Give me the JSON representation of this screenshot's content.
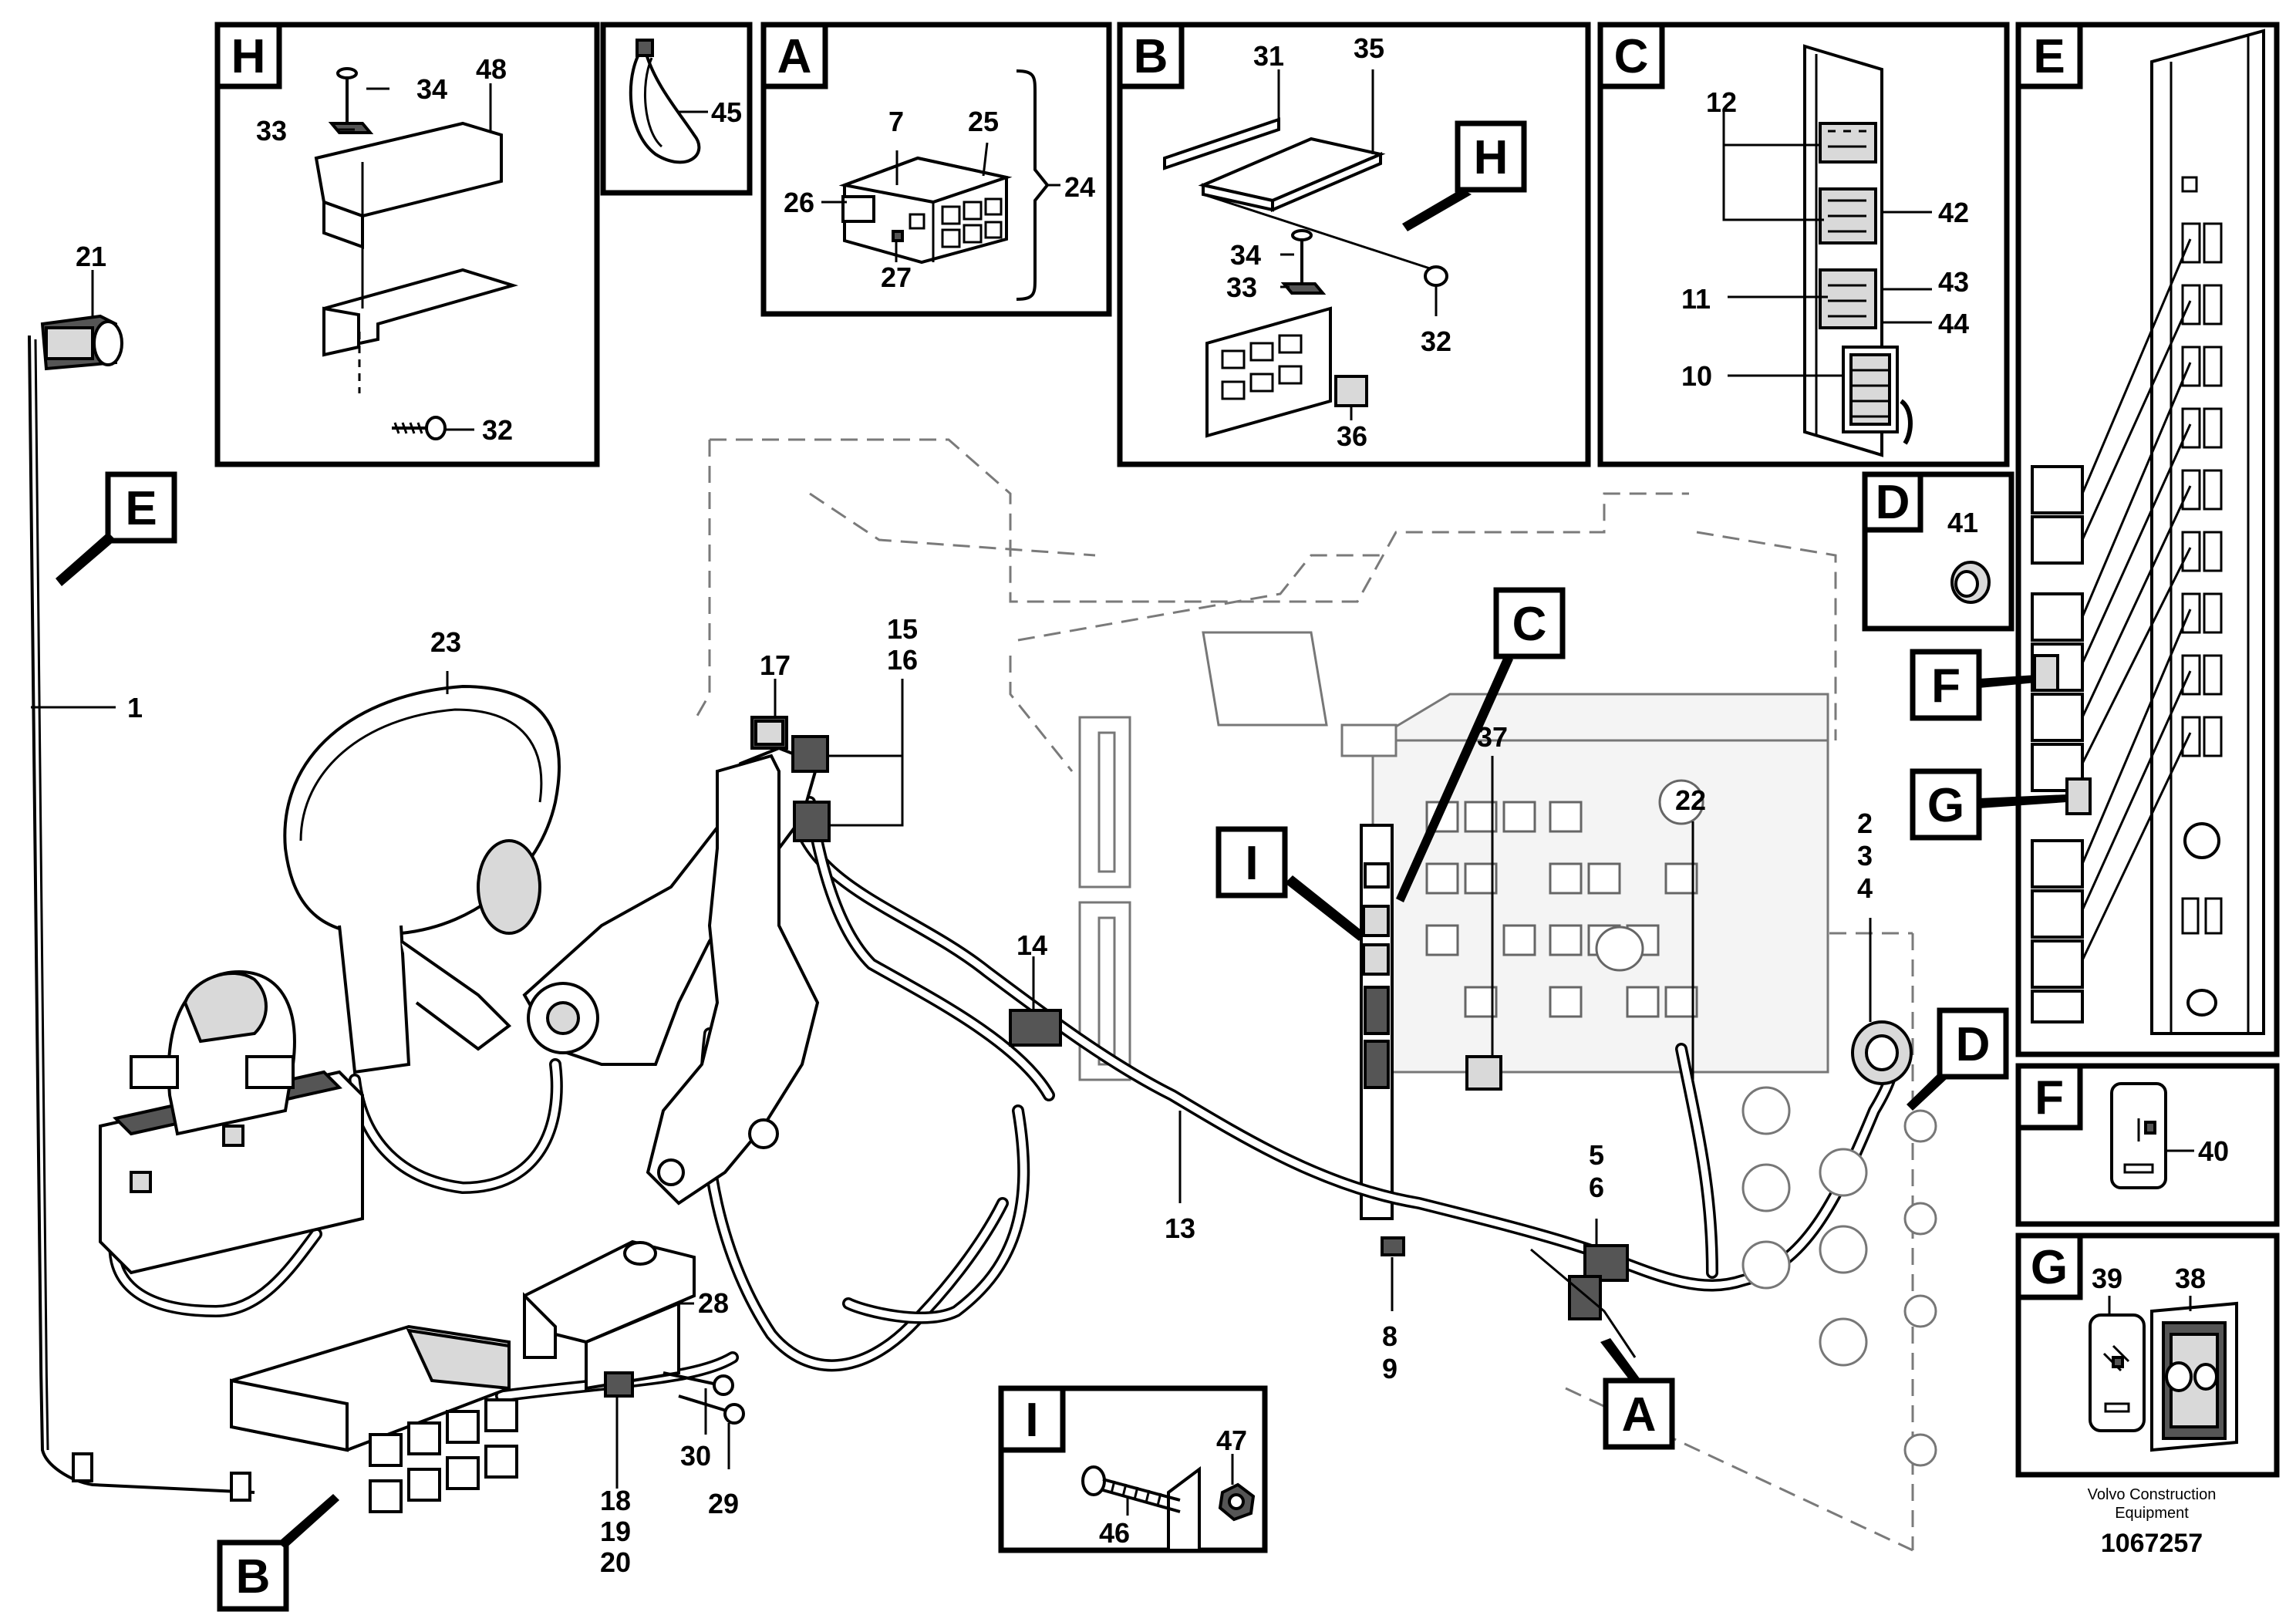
{
  "diagram": {
    "callouts": {
      "c1": "1",
      "c2": "2",
      "c3": "3",
      "c4": "4",
      "c5": "5",
      "c6": "6",
      "c7": "7",
      "c8": "8",
      "c9": "9",
      "c10": "10",
      "c11": "11",
      "c12": "12",
      "c13": "13",
      "c14": "14",
      "c15": "15",
      "c16": "16",
      "c17": "17",
      "c18": "18",
      "c19": "19",
      "c20": "20",
      "c21": "21",
      "c22": "22",
      "c23": "23",
      "c24": "24",
      "c25": "25",
      "c26": "26",
      "c27": "27",
      "c28": "28",
      "c29": "29",
      "c30": "30",
      "c31": "31",
      "c32a": "32",
      "c32b": "32",
      "c33a": "33",
      "c33b": "33",
      "c34a": "34",
      "c34b": "34",
      "c35": "35",
      "c36": "36",
      "c37": "37",
      "c38": "38",
      "c39": "39",
      "c40": "40",
      "c41": "41",
      "c42": "42",
      "c43": "43",
      "c44": "44",
      "c45": "45",
      "c46": "46",
      "c47": "47",
      "c48": "48"
    },
    "detail_letters": {
      "H": "H",
      "A": "A",
      "B": "B",
      "C": "C",
      "E": "E",
      "D": "D",
      "F": "F",
      "G": "G",
      "I": "I"
    },
    "credit": {
      "line1": "Volvo Construction",
      "line2": "Equipment",
      "doc_number": "1067257"
    }
  }
}
